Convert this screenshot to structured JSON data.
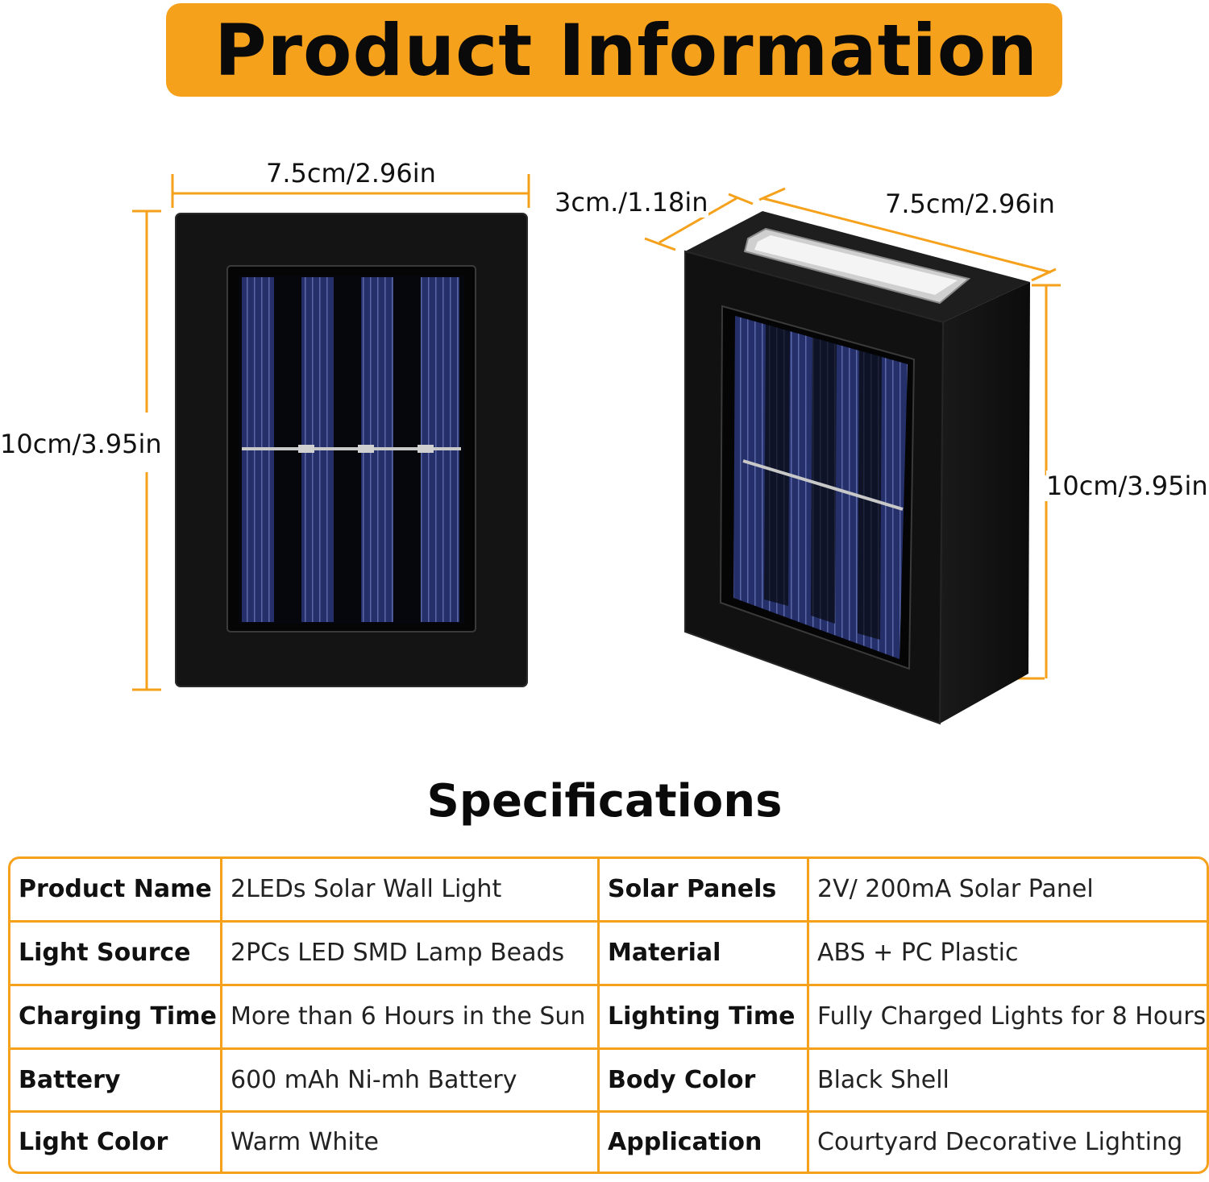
{
  "header": {
    "title": "Product Information"
  },
  "dimensions": {
    "front_width": "7.5cm/2.96in",
    "front_height": "10cm/3.95in",
    "side_depth": "3cm./1.18in",
    "side_width": "7.5cm/2.96in",
    "side_height": "10cm/3.95in"
  },
  "specifications": {
    "title": "Specifications",
    "rows": [
      {
        "k1": "Product Name",
        "v1": "2LEDs Solar Wall Light",
        "k2": "Solar Panels",
        "v2": "2V/ 200mA Solar Panel"
      },
      {
        "k1": "Light Source",
        "v1": "2PCs LED SMD Lamp Beads",
        "k2": "Material",
        "v2": "ABS + PC Plastic"
      },
      {
        "k1": "Charging Time",
        "v1": "More than 6 Hours in the Sun",
        "k2": "Lighting Time",
        "v2": "Fully Charged Lights for 8 Hours"
      },
      {
        "k1": "Battery",
        "v1": "600 mAh Ni-mh Battery",
        "k2": "Body Color",
        "v2": "Black Shell"
      },
      {
        "k1": "Light Color",
        "v1": "Warm White",
        "k2": "Application",
        "v2": "Courtyard Decorative Lighting"
      }
    ]
  },
  "colors": {
    "accent": "#f6a11c",
    "body": "#121212",
    "panel": "#1c2548"
  }
}
